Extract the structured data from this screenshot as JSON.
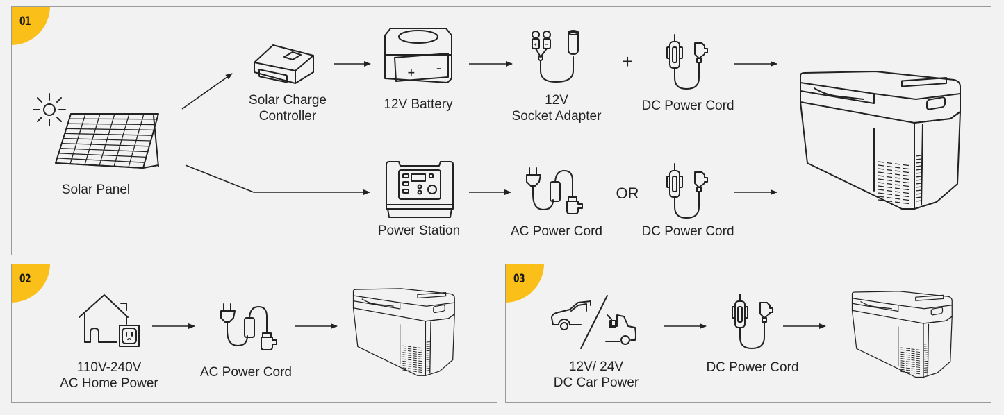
{
  "colors": {
    "badge": "#fbbf1a",
    "background": "#f2f2f2",
    "border": "#9a9a9a",
    "line": "#222222"
  },
  "panels": [
    {
      "number": "01",
      "nodes": {
        "solar_panel": "Solar Panel",
        "solar_charge_controller": [
          "Solar Charge",
          "Controller"
        ],
        "battery": "12V Battery",
        "socket_adapter": [
          "12V",
          "Socket Adapter"
        ],
        "dc_power_cord_top": "DC Power Cord",
        "power_station": "Power Station",
        "ac_power_cord": "AC Power Cord",
        "dc_power_cord_bottom": "DC Power Cord"
      },
      "connectors": {
        "plus": "+",
        "or": "OR"
      },
      "icons": [
        "sun-icon",
        "solar-panel-icon",
        "charge-controller-icon",
        "battery-icon",
        "socket-adapter-icon",
        "dc-power-cord-icon",
        "power-station-icon",
        "ac-power-cord-icon",
        "portable-fridge-icon"
      ]
    },
    {
      "number": "02",
      "nodes": {
        "home_power": [
          "110V-240V",
          "AC Home Power"
        ],
        "ac_power_cord": "AC Power Cord"
      },
      "icons": [
        "house-outlet-icon",
        "ac-power-cord-icon",
        "portable-fridge-icon"
      ]
    },
    {
      "number": "03",
      "nodes": {
        "car_power": [
          "12V/ 24V",
          "DC Car Power"
        ],
        "dc_power_cord": "DC Power Cord"
      },
      "icons": [
        "car-truck-icon",
        "dc-power-cord-icon",
        "portable-fridge-icon"
      ]
    }
  ]
}
